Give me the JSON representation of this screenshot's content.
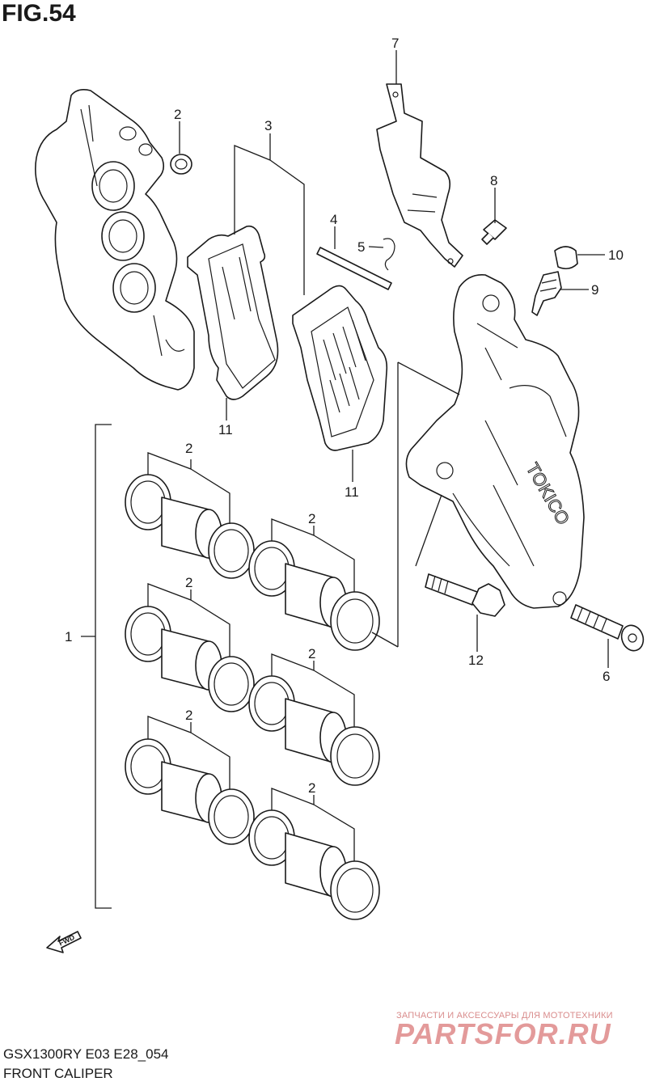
{
  "figure_label": "FIG.54",
  "model_code": "GSX1300RY E03 E28_054",
  "section_title": "FRONT CALIPER",
  "watermark": {
    "tagline": "ЗАПЧАСТИ И АКСЕССУАРЫ ДЛЯ МОТОТЕХНИКИ",
    "site": "PARTSFOR.RU"
  },
  "brand_on_part": "TOKICO",
  "direction_marker": "FWD",
  "callouts": {
    "c1": "1",
    "c2a": "2",
    "c2b": "2",
    "c2c": "2",
    "c2d": "2",
    "c2e": "2",
    "c2f": "2",
    "c2g": "2",
    "c3": "3",
    "c4": "4",
    "c5": "5",
    "c6": "6",
    "c7": "7",
    "c8": "8",
    "c9": "9",
    "c10": "10",
    "c11a": "11",
    "c11b": "11",
    "c12": "12"
  }
}
